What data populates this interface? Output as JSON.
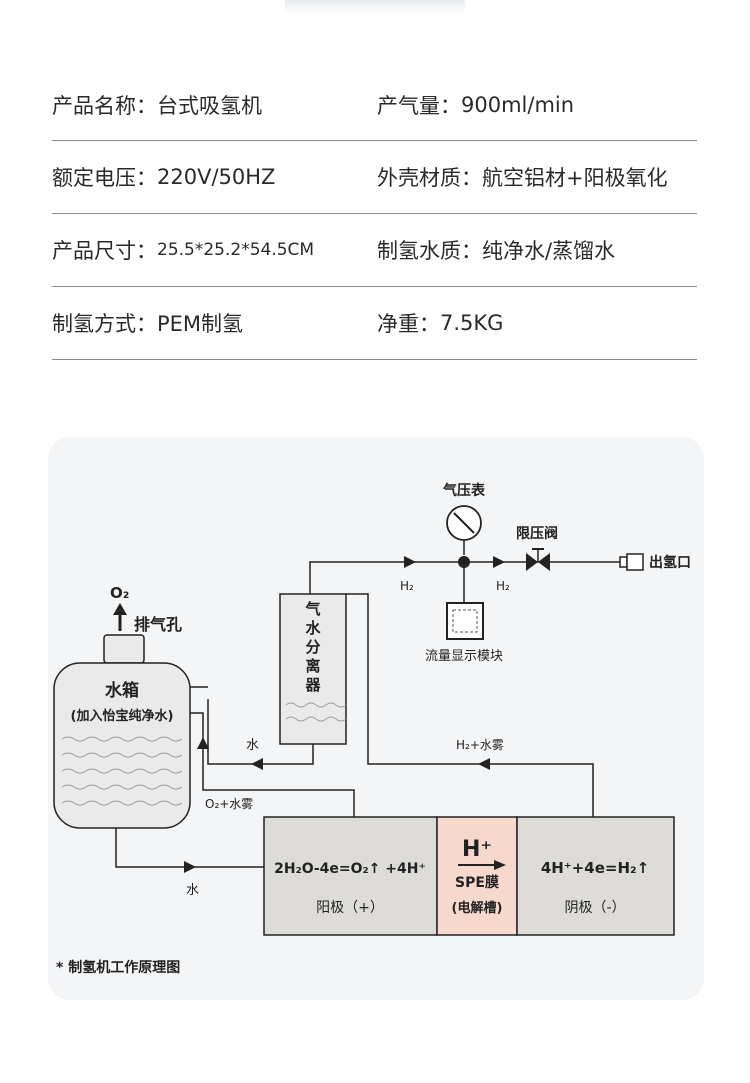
{
  "specs": [
    {
      "left_label": "产品名称：",
      "left_value": "台式吸氢机",
      "right_label": "产气量：",
      "right_value": "900ml/min"
    },
    {
      "left_label": "额定电压：",
      "left_value": "220V/50HZ",
      "right_label": "外壳材质：",
      "right_value": "航空铝材+阳极氧化"
    },
    {
      "left_label": "产品尺寸：",
      "left_value": "25.5*25.2*54.5CM",
      "right_label": "制氢水质：",
      "right_value": "纯净水/蒸馏水"
    },
    {
      "left_label": "制氢方式：",
      "left_value": "PEM制氢",
      "right_label": "净重：",
      "right_value": "7.5KG"
    }
  ],
  "diagram": {
    "o2_label": "O₂",
    "vent_label": "排气孔",
    "tank_title": "水箱",
    "tank_subtitle": "(加入怡宝纯净水)",
    "separator_label": [
      "气",
      "水",
      "分",
      "离",
      "器"
    ],
    "gauge_label": "气压表",
    "valve_label": "限压阀",
    "outlet_label": "出氢口",
    "flow_module_label": "流量显示模块",
    "h2_label_1": "H₂",
    "h2_label_2": "H₂",
    "water_label_1": "水",
    "water_label_2": "水",
    "o2_mist_label": "O₂+水雾",
    "h2_mist_label": "H₂+水雾",
    "anode_reaction": "2H₂O-4e=O₂↑ +4H⁺",
    "anode_label": "阳极（+）",
    "membrane_ion": "H⁺",
    "membrane_label": "SPE膜",
    "membrane_sub": "(电解槽)",
    "cathode_reaction": "4H⁺+4e=H₂↑",
    "cathode_label": "阴极（-）",
    "caption": "* 制氢机工作原理图",
    "colors": {
      "membrane_fill": "#f6d8cc",
      "cell_fill": "#dedcd9",
      "tank_fill": "#eaeaea",
      "line": "#222222"
    }
  }
}
